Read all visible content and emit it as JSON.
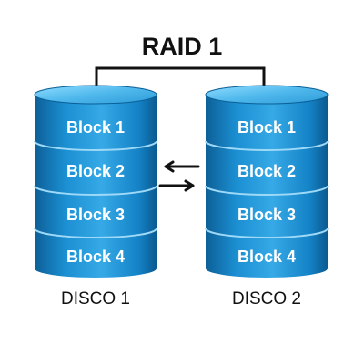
{
  "title": "RAID 1",
  "disks": [
    {
      "label": "DISCO 1",
      "blocks": [
        "Block 1",
        "Block 2",
        "Block 3",
        "Block 4"
      ]
    },
    {
      "label": "DISCO 2",
      "blocks": [
        "Block 1",
        "Block 2",
        "Block 3",
        "Block 4"
      ]
    }
  ],
  "colors": {
    "disk_body": "#1a8fd0",
    "disk_dark": "#0b5f96",
    "disk_light": "#5ec3f0",
    "bracket": "#111111",
    "arrows": "#111111",
    "text_on_disk": "#ffffff"
  }
}
